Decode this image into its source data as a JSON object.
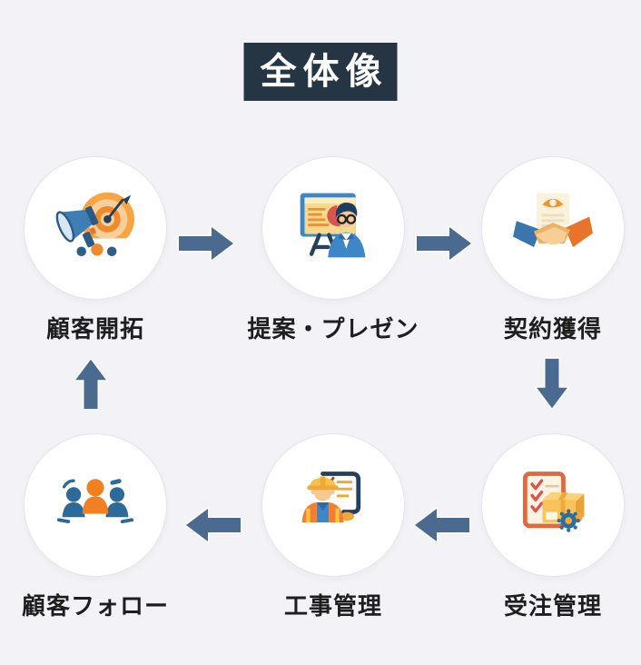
{
  "title": "全体像",
  "colors": {
    "background": "#f2f2f7",
    "title_bg": "#253544",
    "title_text": "#ffffff",
    "arrow": "#4a6a90",
    "circle_bg": "#ffffff",
    "circle_border": "#e4e5ec",
    "label_text": "#1e1e1e",
    "accent_orange": "#ef8b2d",
    "accent_blue": "#3f86c6",
    "accent_navy": "#25405c",
    "accent_red": "#d9534f"
  },
  "nodes": [
    {
      "label": "顧客開拓",
      "icon": "megaphone-target-icon"
    },
    {
      "label": "提案・プレゼン",
      "icon": "presentation-icon"
    },
    {
      "label": "契約獲得",
      "icon": "handshake-contract-icon"
    },
    {
      "label": "受注管理",
      "icon": "order-checklist-box-icon"
    },
    {
      "label": "工事管理",
      "icon": "construction-worker-icon"
    },
    {
      "label": "顧客フォロー",
      "icon": "people-meeting-icon"
    }
  ],
  "arrows": [
    {
      "from": "顧客開拓",
      "to": "提案・プレゼン",
      "direction": "right"
    },
    {
      "from": "提案・プレゼン",
      "to": "契約獲得",
      "direction": "right"
    },
    {
      "from": "契約獲得",
      "to": "受注管理",
      "direction": "down"
    },
    {
      "from": "受注管理",
      "to": "工事管理",
      "direction": "left"
    },
    {
      "from": "工事管理",
      "to": "顧客フォロー",
      "direction": "left"
    },
    {
      "from": "顧客フォロー",
      "to": "顧客開拓",
      "direction": "up"
    }
  ]
}
